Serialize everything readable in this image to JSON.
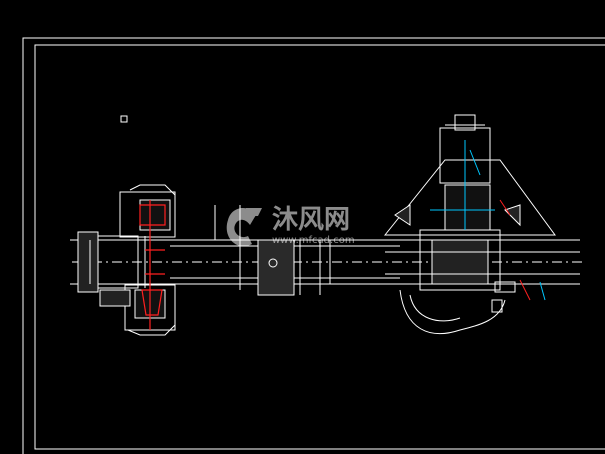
{
  "canvas": {
    "background": "#000000",
    "line_color": "#ffffff",
    "accent_red": "#ff2020",
    "accent_cyan": "#00c8ff"
  },
  "watermark": {
    "brand_text": "沐风网",
    "url_text": "www.mfcad.com",
    "logo_icon": "mfcad-logo-icon"
  },
  "drawing": {
    "subject": "drive-axle-assembly-cad-drawing"
  }
}
